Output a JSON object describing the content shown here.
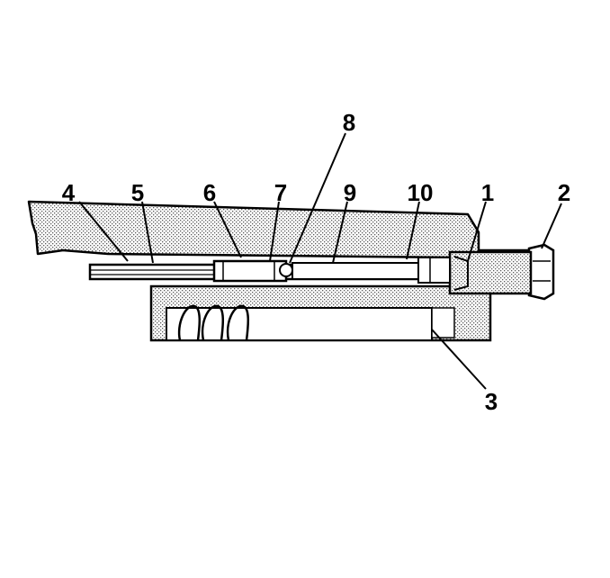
{
  "callouts": [
    {
      "id": "1",
      "text": "1"
    },
    {
      "id": "2",
      "text": "2"
    },
    {
      "id": "3",
      "text": "3"
    },
    {
      "id": "4",
      "text": "4"
    },
    {
      "id": "5",
      "text": "5"
    },
    {
      "id": "6",
      "text": "6"
    },
    {
      "id": "7",
      "text": "7"
    },
    {
      "id": "8",
      "text": "8"
    },
    {
      "id": "9",
      "text": "9"
    },
    {
      "id": "10",
      "text": "10"
    }
  ],
  "colors": {
    "stroke": "#000000",
    "stipple": "#8a8a8a",
    "background": "#ffffff"
  }
}
